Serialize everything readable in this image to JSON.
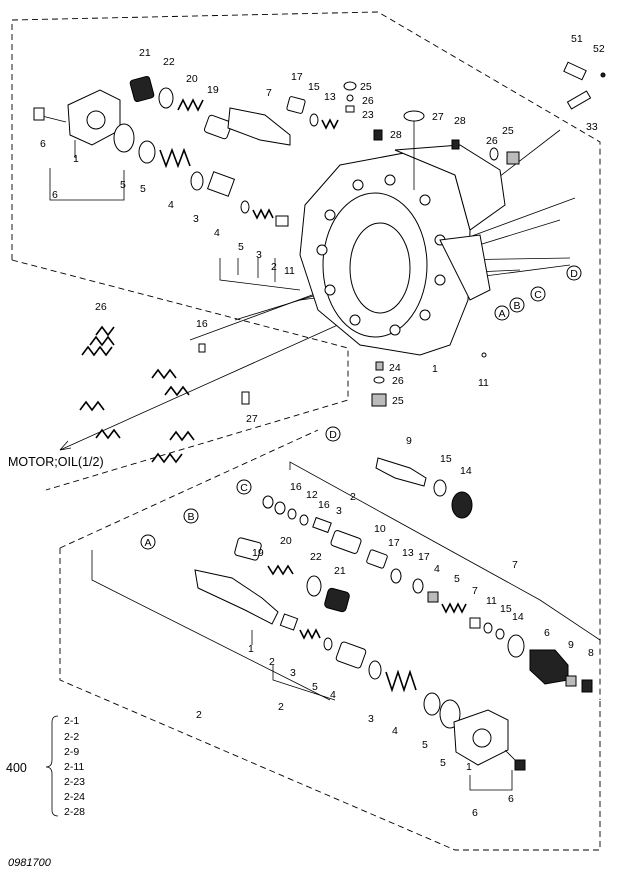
{
  "callouts": {
    "n1": "1",
    "n2": "2",
    "n3": "3",
    "n4": "4",
    "n5": "5",
    "n6": "6",
    "n7": "7",
    "n8": "8",
    "n9": "9",
    "n11": "11",
    "n12": "12",
    "n13": "13",
    "n14": "14",
    "n15": "15",
    "n16": "16",
    "n17": "17",
    "n19": "19",
    "n20": "20",
    "n21": "21",
    "n22": "22",
    "n23": "23",
    "n24": "24",
    "n25": "25",
    "n26": "26",
    "n27": "27",
    "n28": "28",
    "n33": "33",
    "n51": "51",
    "n52": "52"
  },
  "connectors": {
    "a": "A",
    "b": "B",
    "c": "C",
    "d": "D"
  },
  "motor_oil_label": "MOTOR;OIL(1/2)",
  "kit": {
    "number": "400",
    "items": [
      "2-1",
      "2-2",
      "2-9",
      "2-11",
      "2-23",
      "2-24",
      "2-28"
    ]
  },
  "drawing_code": "0981700"
}
